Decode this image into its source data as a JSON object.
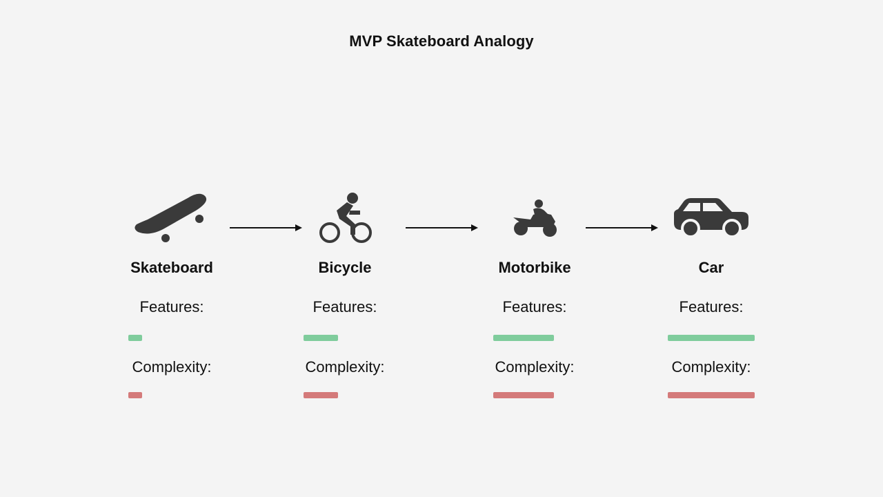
{
  "diagram": {
    "title": "MVP Skateboard Analogy",
    "feature_color": "#7fcc9c",
    "complexity_color": "#d47a7a",
    "icon_color": "#3a3a3a",
    "stages": [
      {
        "name": "Skateboard",
        "icon": "skateboard-icon",
        "features_label": "Features:",
        "complexity_label": "Complexity:",
        "features_level": 0.16,
        "complexity_level": 0.16
      },
      {
        "name": "Bicycle",
        "icon": "bicycle-icon",
        "features_label": "Features:",
        "complexity_label": "Complexity:",
        "features_level": 0.4,
        "complexity_level": 0.4
      },
      {
        "name": "Motorbike",
        "icon": "motorbike-icon",
        "features_label": "Features:",
        "complexity_label": "Complexity:",
        "features_level": 0.7,
        "complexity_level": 0.7
      },
      {
        "name": "Car",
        "icon": "car-icon",
        "features_label": "Features:",
        "complexity_label": "Complexity:",
        "features_level": 1.0,
        "complexity_level": 1.0
      }
    ]
  }
}
